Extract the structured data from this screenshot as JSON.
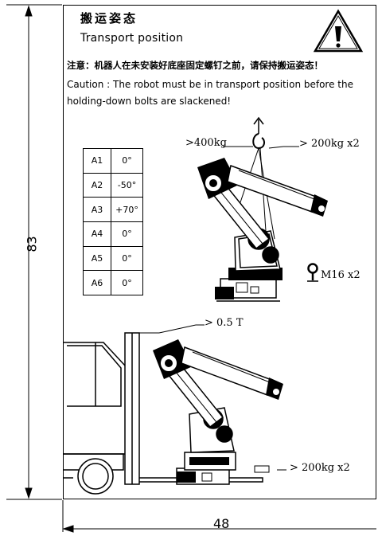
{
  "title": {
    "cn": "搬运姿态",
    "en": "Transport position"
  },
  "caution": {
    "cn": "注意：机器人在未安装好底座固定螺钉之前，请保持搬运姿态！",
    "en": "Caution : The robot must be in transport position before the holding-down bolts are slackened!"
  },
  "axes_table": [
    {
      "axis": "A1",
      "angle": "0°"
    },
    {
      "axis": "A2",
      "angle": "-50°"
    },
    {
      "axis": "A3",
      "angle": "+70°"
    },
    {
      "axis": "A4",
      "angle": "0°"
    },
    {
      "axis": "A5",
      "angle": "0°"
    },
    {
      "axis": "A6",
      "angle": "0°"
    }
  ],
  "callouts": {
    "crane_load": ">400kg",
    "sling_load": "> 200kg x2",
    "bolt": "M16 x2",
    "forklift_load": "> 0.5 T",
    "fork_pocket_load": "> 200kg x2"
  },
  "dimensions": {
    "height": "83",
    "width": "48"
  },
  "icons": [
    "warning-triangle-icon",
    "lifting-hook-icon",
    "eyebolt-icon"
  ]
}
